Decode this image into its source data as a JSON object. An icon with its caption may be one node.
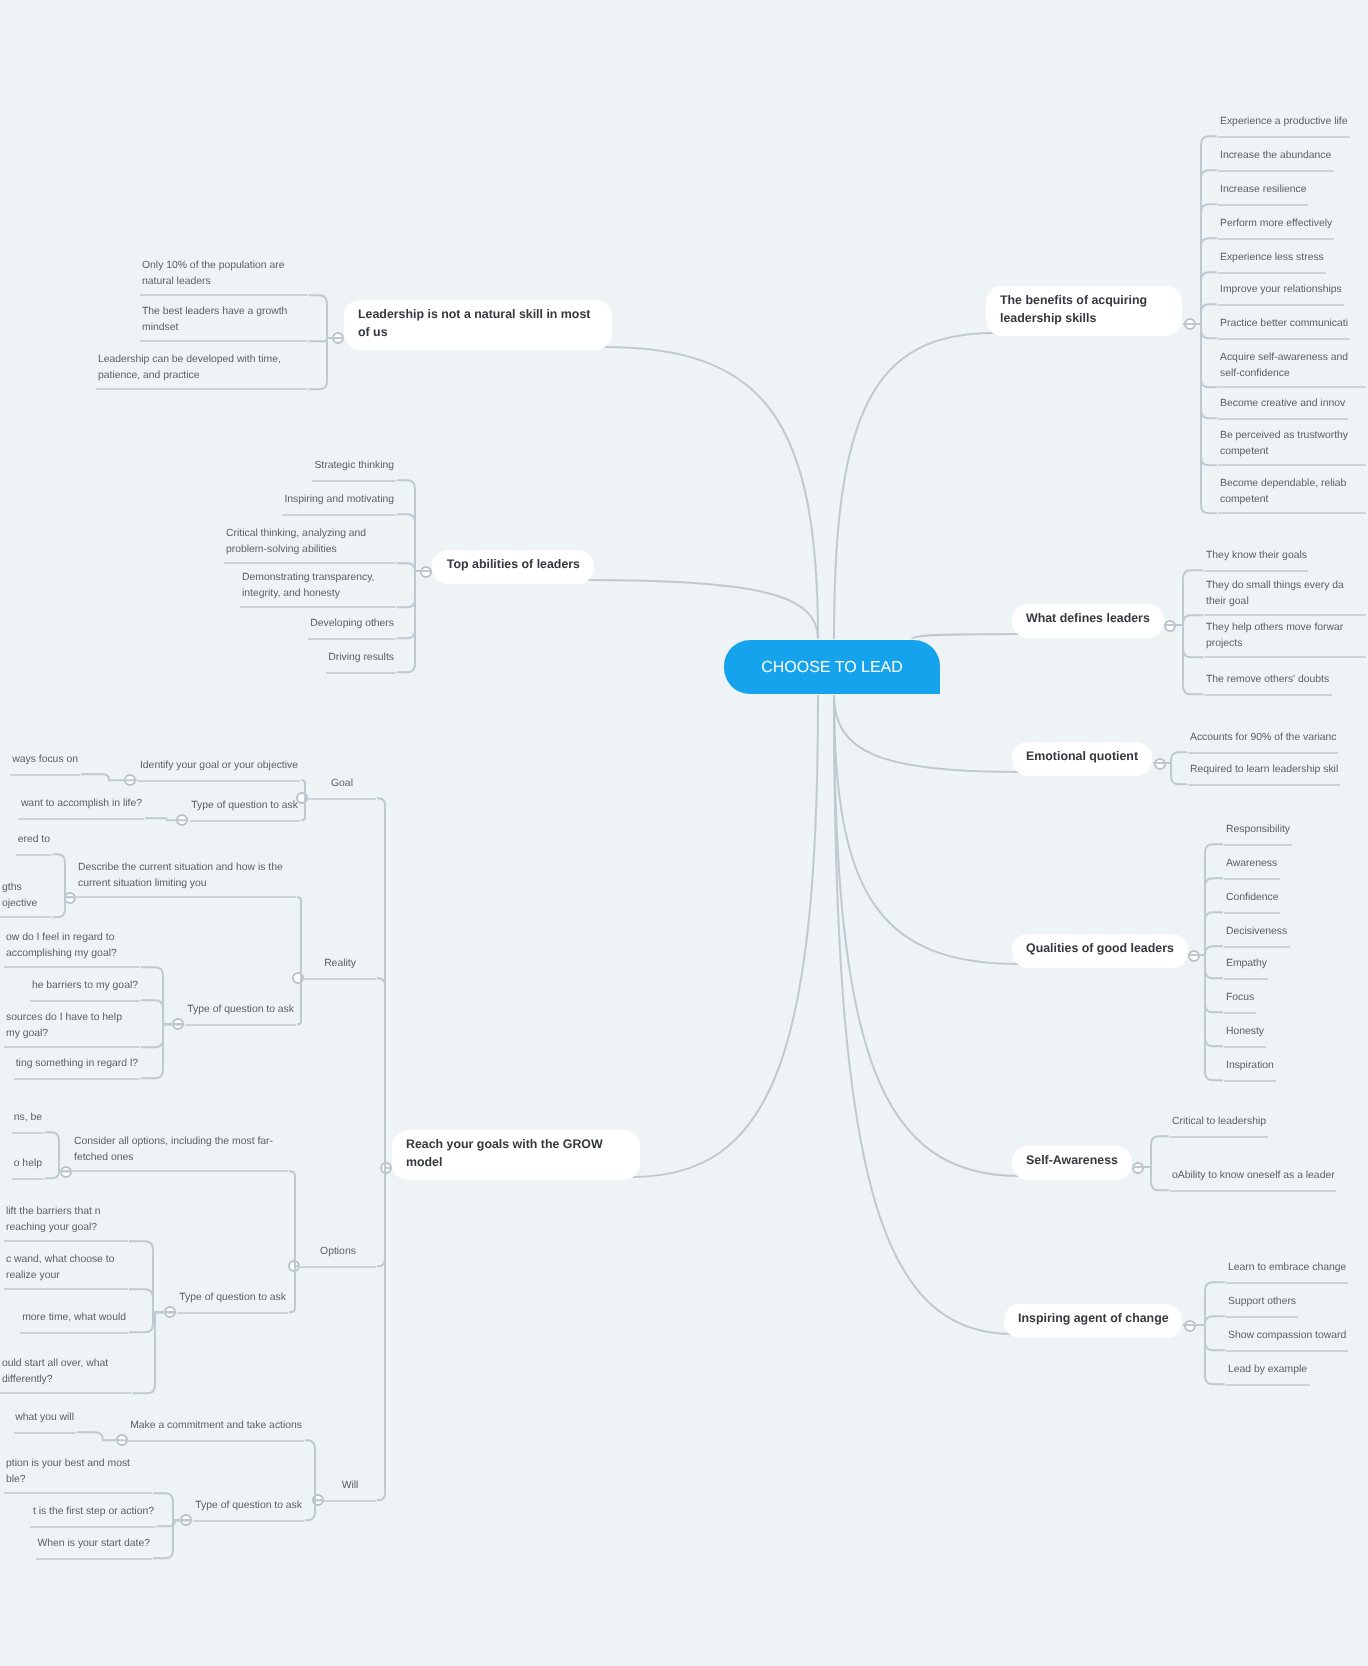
{
  "diagram": {
    "nodes": [
      {
        "text": [
          "CHOOSE TO LEAD"
        ]
      },
      {
        "text": [
          "The benefits of acquiring leadership skills"
        ]
      },
      {
        "text": [
          "Experience a productive life"
        ]
      },
      {
        "text": [
          "Increase the abundance"
        ]
      },
      {
        "text": [
          "Increase resilience"
        ]
      },
      {
        "text": [
          "Perform more effectively"
        ]
      },
      {
        "text": [
          "Experience less stress"
        ]
      },
      {
        "text": [
          "Improve your relationships"
        ]
      },
      {
        "text": [
          "Practice better communicati"
        ]
      },
      {
        "text": [
          "Acquire self-awareness and self-confidence"
        ]
      },
      {
        "text": [
          "Become creative and innov"
        ]
      },
      {
        "text": [
          "Be perceived as trustworthy competent"
        ]
      },
      {
        "text": [
          "Become dependable, reliab competent"
        ]
      },
      {
        "text": [
          "What defines leaders"
        ]
      },
      {
        "text": [
          "They know their goals"
        ]
      },
      {
        "text": [
          "They do small things every da their goal"
        ]
      },
      {
        "text": [
          "They help others move forwar projects"
        ]
      },
      {
        "text": [
          "The remove others' doubts"
        ]
      },
      {
        "text": [
          "Emotional quotient"
        ]
      },
      {
        "text": [
          "Accounts for 90% of the varianc"
        ]
      },
      {
        "text": [
          "Required to learn leadership skil"
        ]
      },
      {
        "text": [
          "Qualities of good leaders"
        ]
      },
      {
        "text": [
          "Responsibility"
        ]
      },
      {
        "text": [
          "Awareness"
        ]
      },
      {
        "text": [
          "Confidence"
        ]
      },
      {
        "text": [
          "Decisiveness"
        ]
      },
      {
        "text": [
          "Empathy"
        ]
      },
      {
        "text": [
          "Focus"
        ]
      },
      {
        "text": [
          "Honesty"
        ]
      },
      {
        "text": [
          "Inspiration"
        ]
      },
      {
        "text": [
          "Self-Awareness"
        ]
      },
      {
        "text": [
          "Critical to leadership"
        ]
      },
      {
        "text": [
          "oAbility to know oneself as a leader"
        ]
      },
      {
        "text": [
          "Inspiring agent of change"
        ]
      },
      {
        "text": [
          "Learn to embrace change"
        ]
      },
      {
        "text": [
          "Support others"
        ]
      },
      {
        "text": [
          "Show compassion toward"
        ]
      },
      {
        "text": [
          "Lead by example"
        ]
      },
      {
        "text": [
          "Leadership is not a natural skill in most of us"
        ]
      },
      {
        "text": [
          "Only 10% of the population are natural leaders"
        ]
      },
      {
        "text": [
          "The best leaders have a growth mindset"
        ]
      },
      {
        "text": [
          "Leadership can be developed with time, patience, and practice"
        ]
      },
      {
        "text": [
          "Top abilities of leaders"
        ]
      },
      {
        "text": [
          "Strategic thinking"
        ]
      },
      {
        "text": [
          "Inspiring and motivating"
        ]
      },
      {
        "text": [
          "Critical thinking, analyzing and problem-solving abilities"
        ]
      },
      {
        "text": [
          "Demonstrating transparency, integrity, and honesty"
        ]
      },
      {
        "text": [
          "Developing others"
        ]
      },
      {
        "text": [
          "Driving results"
        ]
      },
      {
        "text": [
          "Reach your goals with the GROW model"
        ]
      },
      {
        "text": [
          "Goal"
        ]
      },
      {
        "text": [
          "Identify your goal or your objective"
        ]
      },
      {
        "text": [
          "ways focus on"
        ]
      },
      {
        "text": [
          "Type of question to ask"
        ]
      },
      {
        "text": [
          "want to accomplish in life?"
        ]
      },
      {
        "text": [
          "Reality"
        ]
      },
      {
        "text": [
          "Describe the current situation and how is the current situation limiting you"
        ]
      },
      {
        "text": [
          "ered to"
        ]
      },
      {
        "text": [
          "gths ojective"
        ]
      },
      {
        "text": [
          "Type of question to ask"
        ]
      },
      {
        "text": [
          "ow do I feel in regard to accomplishing my goal?"
        ]
      },
      {
        "text": [
          "he barriers to my goal?"
        ]
      },
      {
        "text": [
          "sources do I have to help my goal?"
        ]
      },
      {
        "text": [
          "ting something in regard l?"
        ]
      },
      {
        "text": [
          "Options"
        ]
      },
      {
        "text": [
          "Consider all options, including the most far-fetched ones"
        ]
      },
      {
        "text": [
          "ns, be"
        ]
      },
      {
        "text": [
          "o help"
        ]
      },
      {
        "text": [
          "Type of question to ask"
        ]
      },
      {
        "text": [
          "lift the barriers that n reaching your goal?"
        ]
      },
      {
        "text": [
          "c wand, what choose to realize your"
        ]
      },
      {
        "text": [
          "more time, what would"
        ]
      },
      {
        "text": [
          "ould start all over, what differently?"
        ]
      },
      {
        "text": [
          "Will"
        ]
      },
      {
        "text": [
          "Make a commitment and take actions"
        ]
      },
      {
        "text": [
          "what you will"
        ]
      },
      {
        "text": [
          "Type of question to ask"
        ]
      },
      {
        "text": [
          "ption is your best and most ble?"
        ]
      },
      {
        "text": [
          "t is the first step or action?"
        ]
      },
      {
        "text": [
          "When is your start date?"
        ]
      }
    ],
    "edges": [
      {
        "from": 0,
        "to": 1,
        "arrow": "none"
      },
      {
        "from": 1,
        "to": 2,
        "arrow": "none"
      },
      {
        "from": 1,
        "to": 3,
        "arrow": "none"
      },
      {
        "from": 1,
        "to": 4,
        "arrow": "none"
      },
      {
        "from": 1,
        "to": 5,
        "arrow": "none"
      },
      {
        "from": 1,
        "to": 6,
        "arrow": "none"
      },
      {
        "from": 1,
        "to": 7,
        "arrow": "none"
      },
      {
        "from": 1,
        "to": 8,
        "arrow": "none"
      },
      {
        "from": 1,
        "to": 9,
        "arrow": "none"
      },
      {
        "from": 1,
        "to": 10,
        "arrow": "none"
      },
      {
        "from": 1,
        "to": 11,
        "arrow": "none"
      },
      {
        "from": 1,
        "to": 12,
        "arrow": "none"
      },
      {
        "from": 0,
        "to": 13,
        "arrow": "none"
      },
      {
        "from": 13,
        "to": 14,
        "arrow": "none"
      },
      {
        "from": 13,
        "to": 15,
        "arrow": "none"
      },
      {
        "from": 13,
        "to": 16,
        "arrow": "none"
      },
      {
        "from": 13,
        "to": 17,
        "arrow": "none"
      },
      {
        "from": 0,
        "to": 18,
        "arrow": "none"
      },
      {
        "from": 18,
        "to": 19,
        "arrow": "none"
      },
      {
        "from": 18,
        "to": 20,
        "arrow": "none"
      },
      {
        "from": 0,
        "to": 21,
        "arrow": "none"
      },
      {
        "from": 21,
        "to": 22,
        "arrow": "none"
      },
      {
        "from": 21,
        "to": 23,
        "arrow": "none"
      },
      {
        "from": 21,
        "to": 24,
        "arrow": "none"
      },
      {
        "from": 21,
        "to": 25,
        "arrow": "none"
      },
      {
        "from": 21,
        "to": 26,
        "arrow": "none"
      },
      {
        "from": 21,
        "to": 27,
        "arrow": "none"
      },
      {
        "from": 21,
        "to": 28,
        "arrow": "none"
      },
      {
        "from": 21,
        "to": 29,
        "arrow": "none"
      },
      {
        "from": 0,
        "to": 30,
        "arrow": "none"
      },
      {
        "from": 30,
        "to": 31,
        "arrow": "none"
      },
      {
        "from": 30,
        "to": 32,
        "arrow": "none"
      },
      {
        "from": 0,
        "to": 33,
        "arrow": "none"
      },
      {
        "from": 33,
        "to": 34,
        "arrow": "none"
      },
      {
        "from": 33,
        "to": 35,
        "arrow": "none"
      },
      {
        "from": 33,
        "to": 36,
        "arrow": "none"
      },
      {
        "from": 33,
        "to": 37,
        "arrow": "none"
      },
      {
        "from": 0,
        "to": 38,
        "arrow": "none"
      },
      {
        "from": 38,
        "to": 39,
        "arrow": "none"
      },
      {
        "from": 38,
        "to": 40,
        "arrow": "none"
      },
      {
        "from": 38,
        "to": 41,
        "arrow": "none"
      },
      {
        "from": 0,
        "to": 42,
        "arrow": "none"
      },
      {
        "from": 42,
        "to": 43,
        "arrow": "none"
      },
      {
        "from": 42,
        "to": 44,
        "arrow": "none"
      },
      {
        "from": 42,
        "to": 45,
        "arrow": "none"
      },
      {
        "from": 42,
        "to": 46,
        "arrow": "none"
      },
      {
        "from": 42,
        "to": 47,
        "arrow": "none"
      },
      {
        "from": 42,
        "to": 48,
        "arrow": "none"
      },
      {
        "from": 0,
        "to": 49,
        "arrow": "none"
      },
      {
        "from": 49,
        "to": 50,
        "arrow": "none"
      },
      {
        "from": 50,
        "to": 51,
        "arrow": "none"
      },
      {
        "from": 51,
        "to": 52,
        "arrow": "none"
      },
      {
        "from": 50,
        "to": 53,
        "arrow": "none"
      },
      {
        "from": 53,
        "to": 54,
        "arrow": "none"
      },
      {
        "from": 49,
        "to": 55,
        "arrow": "none"
      },
      {
        "from": 55,
        "to": 56,
        "arrow": "none"
      },
      {
        "from": 56,
        "to": 57,
        "arrow": "none"
      },
      {
        "from": 56,
        "to": 58,
        "arrow": "none"
      },
      {
        "from": 55,
        "to": 59,
        "arrow": "none"
      },
      {
        "from": 59,
        "to": 60,
        "arrow": "none"
      },
      {
        "from": 59,
        "to": 61,
        "arrow": "none"
      },
      {
        "from": 59,
        "to": 62,
        "arrow": "none"
      },
      {
        "from": 59,
        "to": 63,
        "arrow": "none"
      },
      {
        "from": 49,
        "to": 64,
        "arrow": "none"
      },
      {
        "from": 64,
        "to": 65,
        "arrow": "none"
      },
      {
        "from": 65,
        "to": 66,
        "arrow": "none"
      },
      {
        "from": 65,
        "to": 67,
        "arrow": "none"
      },
      {
        "from": 64,
        "to": 68,
        "arrow": "none"
      },
      {
        "from": 68,
        "to": 69,
        "arrow": "none"
      },
      {
        "from": 68,
        "to": 70,
        "arrow": "none"
      },
      {
        "from": 68,
        "to": 71,
        "arrow": "none"
      },
      {
        "from": 68,
        "to": 72,
        "arrow": "none"
      },
      {
        "from": 49,
        "to": 73,
        "arrow": "none"
      },
      {
        "from": 73,
        "to": 74,
        "arrow": "none"
      },
      {
        "from": 74,
        "to": 75,
        "arrow": "none"
      },
      {
        "from": 73,
        "to": 76,
        "arrow": "none"
      },
      {
        "from": 76,
        "to": 77,
        "arrow": "none"
      },
      {
        "from": 76,
        "to": 78,
        "arrow": "none"
      },
      {
        "from": 76,
        "to": 79,
        "arrow": "none"
      }
    ]
  }
}
